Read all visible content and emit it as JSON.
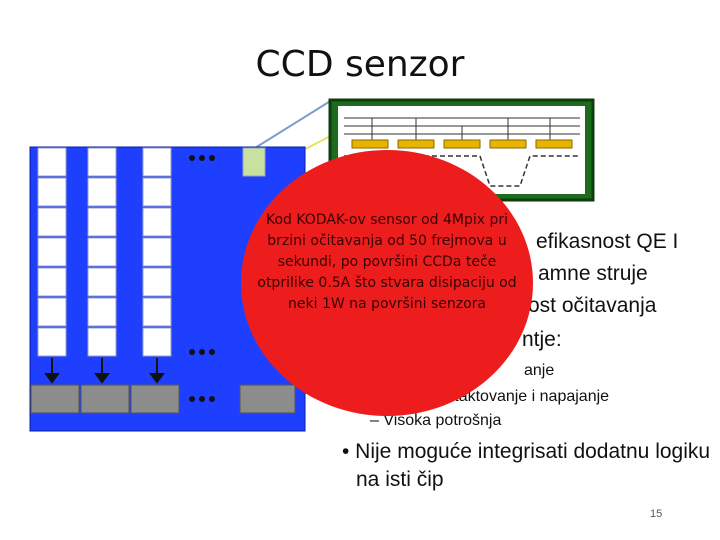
{
  "slide": {
    "title": "CCD senzor",
    "bullet_1": {
      "fragments": [
        "efikasnost QE I",
        "amne struje",
        "ost očitavanja",
        "ntje:"
      ],
      "sub_items": [
        "anje",
        "Složeno taktovanje i napajanje",
        "– Visoka potrošnja"
      ]
    },
    "bullet_2": "• Nije moguće integrisati dodatnu logiku na isti čip",
    "slide_number": "15"
  },
  "overlay": {
    "text": "Kod KODAK-ov sensor od 4Mpix pri brzini očitavanja od 50 frejmova u sekundi, po površini CCDa teče otprilike 0.5A što stvara disipaciju od neki 1W na površini senzora"
  },
  "colors": {
    "ccd_blue": "#1f3fff",
    "overlay_red": "#ee1d1d",
    "inset_green": "#1d6b1d"
  },
  "icons": [
    "ccd-array-diagram",
    "pixel-cross-section-inset",
    "ellipsis-dots"
  ]
}
